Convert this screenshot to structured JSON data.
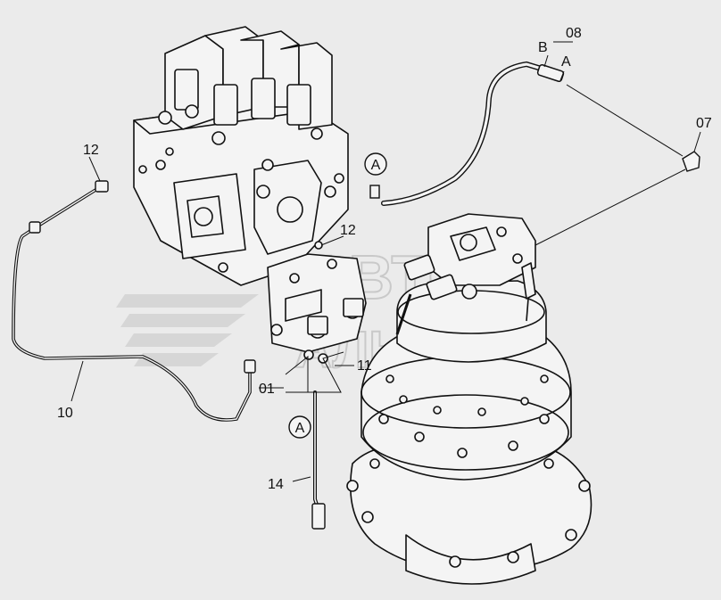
{
  "labels": {
    "p07": "07",
    "p08": "08",
    "pB": "B",
    "pA_top": "A",
    "circ_A_upper": "A",
    "circ_A_lower": "A",
    "p12_left": "12",
    "p12_right": "12",
    "p11": "11",
    "p01": "01",
    "p10": "10",
    "p14": "14"
  },
  "watermark": {
    "line1": "АВТО",
    "line2": "АЛЬЯНС"
  }
}
